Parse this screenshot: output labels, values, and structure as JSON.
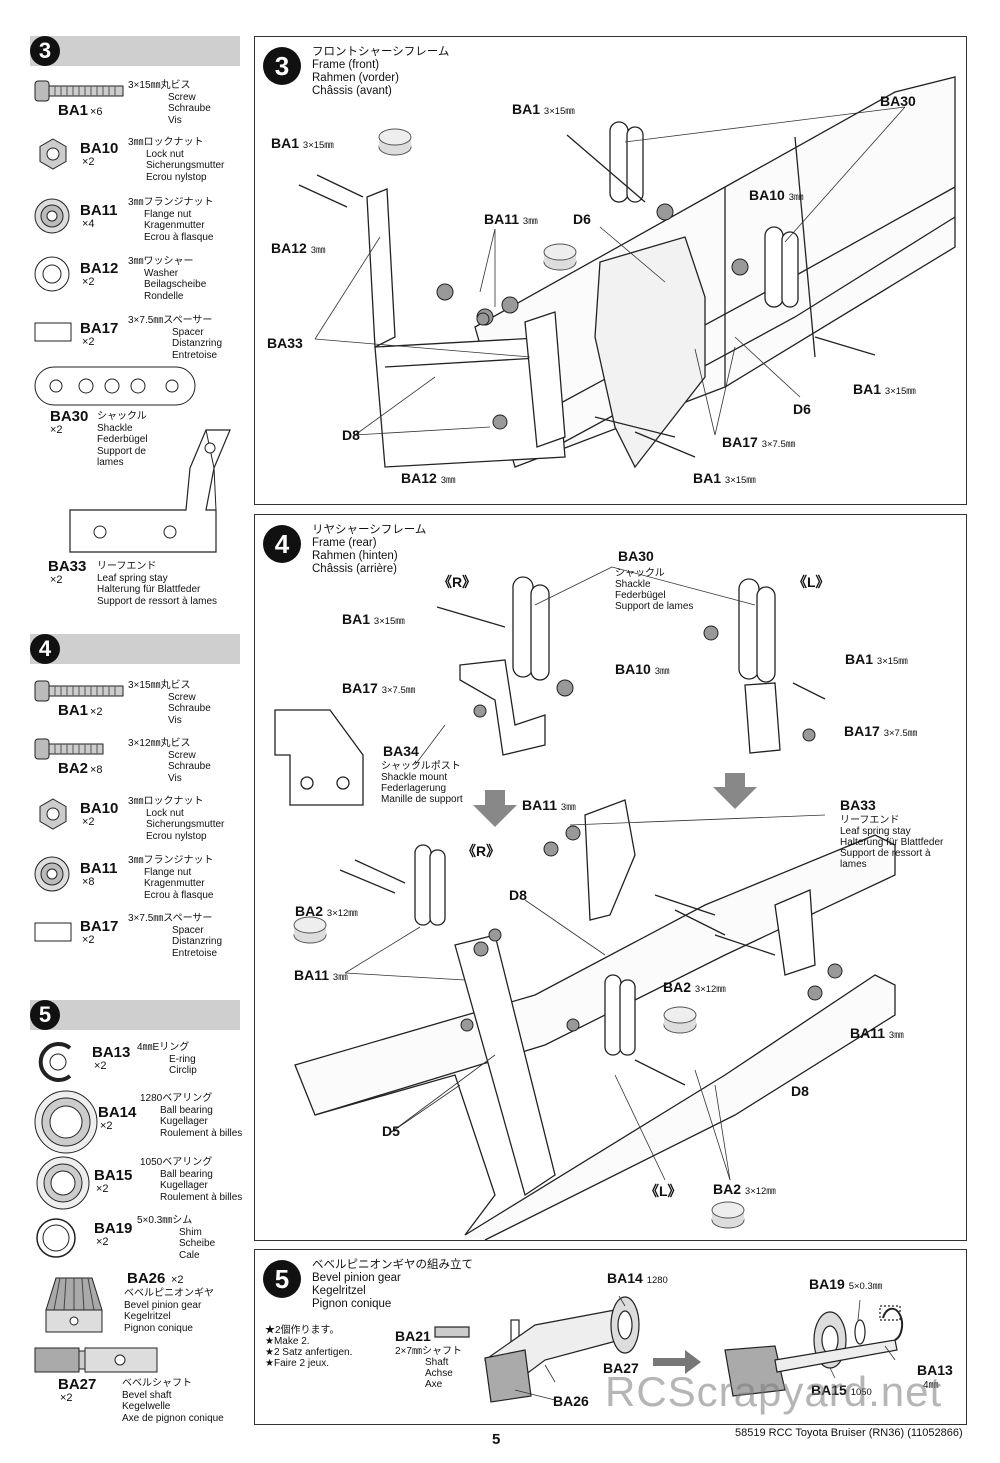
{
  "sidebar": {
    "s3": {
      "num": "3",
      "parts": [
        {
          "code": "BA1",
          "qty": "×6",
          "lines": [
            "3×15㎜丸ビス",
            "Screw",
            "Schraube",
            "Vis"
          ]
        },
        {
          "code": "BA10",
          "qty": "×2",
          "lines": [
            "3㎜ロックナット",
            "Lock nut",
            "Sicherungsmutter",
            "Ecrou nylstop"
          ]
        },
        {
          "code": "BA11",
          "qty": "×4",
          "lines": [
            "3㎜フランジナット",
            "Flange nut",
            "Kragenmutter",
            "Ecrou à flasque"
          ]
        },
        {
          "code": "BA12",
          "qty": "×2",
          "lines": [
            "3㎜ワッシャー",
            "Washer",
            "Beilagscheibe",
            "Rondelle"
          ]
        },
        {
          "code": "BA17",
          "qty": "×2",
          "lines": [
            "3×7.5㎜スペーサー",
            "Spacer",
            "Distanzring",
            "Entretoise"
          ]
        },
        {
          "code": "BA30",
          "qty": "×2",
          "lines": [
            "シャックル",
            "Shackle",
            "Federbügel",
            "Support de",
            "lames"
          ]
        },
        {
          "code": "BA33",
          "qty": "×2",
          "lines": [
            "リーフエンド",
            "Leaf spring stay",
            "Halterung für Blattfeder",
            "Support de ressort à lames"
          ]
        }
      ]
    },
    "s4": {
      "num": "4",
      "parts": [
        {
          "code": "BA1",
          "qty": "×2",
          "lines": [
            "3×15㎜丸ビス",
            "Screw",
            "Schraube",
            "Vis"
          ]
        },
        {
          "code": "BA2",
          "qty": "×8",
          "lines": [
            "3×12㎜丸ビス",
            "Screw",
            "Schraube",
            "Vis"
          ]
        },
        {
          "code": "BA10",
          "qty": "×2",
          "lines": [
            "3㎜ロックナット",
            "Lock nut",
            "Sicherungsmutter",
            "Ecrou nylstop"
          ]
        },
        {
          "code": "BA11",
          "qty": "×8",
          "lines": [
            "3㎜フランジナット",
            "Flange nut",
            "Kragenmutter",
            "Ecrou à flasque"
          ]
        },
        {
          "code": "BA17",
          "qty": "×2",
          "lines": [
            "3×7.5㎜スペーサー",
            "Spacer",
            "Distanzring",
            "Entretoise"
          ]
        }
      ]
    },
    "s5": {
      "num": "5",
      "parts": [
        {
          "code": "BA13",
          "qty": "×2",
          "lines": [
            "4㎜Eリング",
            "E-ring",
            "Circlip"
          ]
        },
        {
          "code": "BA14",
          "qty": "×2",
          "lines": [
            "1280ベアリング",
            "Ball bearing",
            "Kugellager",
            "Roulement à billes"
          ]
        },
        {
          "code": "BA15",
          "qty": "×2",
          "lines": [
            "1050ベアリング",
            "Ball bearing",
            "Kugellager",
            "Roulement à billes"
          ]
        },
        {
          "code": "BA19",
          "qty": "×2",
          "lines": [
            "5×0.3㎜シム",
            "Shim",
            "Scheibe",
            "Cale"
          ]
        },
        {
          "code": "BA26",
          "qty": "×2",
          "lines": [
            "ベベルピニオンギヤ",
            "Bevel pinion gear",
            "Kegelritzel",
            "Pignon conique"
          ]
        },
        {
          "code": "BA27",
          "qty": "×2",
          "lines": [
            "ベベルシャフト",
            "Bevel shaft",
            "Kegelwelle",
            "Axe de pignon conique"
          ]
        }
      ]
    }
  },
  "step3": {
    "num": "3",
    "title": [
      "フロントシャーシフレーム",
      "Frame (front)",
      "Rahmen (vorder)",
      "Châssis (avant)"
    ],
    "labels": {
      "ba1_top": "BA1",
      "ba1_top_size": "3×15㎜",
      "ba1_left": "BA1",
      "ba1_left_size": "3×15㎜",
      "ba12_left": "BA12",
      "ba12_left_size": "3㎜",
      "ba33": "BA33",
      "ba11": "BA11",
      "ba11_size": "3㎜",
      "d6_top": "D6",
      "d8": "D8",
      "ba12_bottom": "BA12",
      "ba12_bottom_size": "3㎜",
      "ba30": "BA30",
      "ba10": "BA10",
      "ba10_size": "3㎜",
      "ba1_right": "BA1",
      "ba1_right_size": "3×15㎜",
      "d6_right": "D6",
      "ba17": "BA17",
      "ba17_size": "3×7.5㎜",
      "ba1_bottom": "BA1",
      "ba1_bottom_size": "3×15㎜"
    }
  },
  "step4": {
    "num": "4",
    "title": [
      "リヤシャーシフレーム",
      "Frame (rear)",
      "Rahmen (hinten)",
      "Châssis (arrière)"
    ],
    "labels": {
      "r_top": "《R》",
      "l_top": "《L》",
      "ba30": "BA30",
      "ba30_lines": [
        "シャックル",
        "Shackle",
        "Federbügel",
        "Support de lames"
      ],
      "ba1_left": "BA1",
      "ba1_left_size": "3×15㎜",
      "ba1_right": "BA1",
      "ba1_right_size": "3×15㎜",
      "ba10": "BA10",
      "ba10_size": "3㎜",
      "ba17_left": "BA17",
      "ba17_left_size": "3×7.5㎜",
      "ba17_right": "BA17",
      "ba17_right_size": "3×7.5㎜",
      "ba34": "BA34",
      "ba34_lines": [
        "シャックルポスト",
        "Shackle mount",
        "Federlagerung",
        "Manille de support"
      ],
      "ba11_top": "BA11",
      "ba11_top_size": "3㎜",
      "ba33": "BA33",
      "ba33_lines": [
        "リーフエンド",
        "Leaf spring stay",
        "Halterung für Blattfeder",
        "Support de ressort à",
        "lames"
      ],
      "r_mid": "《R》",
      "ba2_left": "BA2",
      "ba2_left_size": "3×12㎜",
      "ba11_left": "BA11",
      "ba11_left_size": "3㎜",
      "d8_top": "D8",
      "ba2_mid": "BA2",
      "ba2_mid_size": "3×12㎜",
      "ba11_right": "BA11",
      "ba11_right_size": "3㎜",
      "d8_right": "D8",
      "d5": "D5",
      "l_bottom": "《L》",
      "ba2_bottom": "BA2",
      "ba2_bottom_size": "3×12㎜"
    }
  },
  "step5": {
    "num": "5",
    "title": [
      "ベベルピニオンギヤの組み立て",
      "Bevel pinion gear",
      "Kegelritzel",
      "Pignon conique"
    ],
    "notes": [
      "★2個作ります。",
      "★Make 2.",
      "★2 Satz anfertigen.",
      "★Faire 2 jeux."
    ],
    "labels": {
      "ba21": "BA21",
      "ba21_lines": [
        "2×7㎜シャフト",
        "Shaft",
        "Achse",
        "Axe"
      ],
      "ba14": "BA14",
      "ba14_size": "1280",
      "ba27": "BA27",
      "ba26": "BA26",
      "ba19": "BA19",
      "ba19_size": "5×0.3㎜",
      "ba13": "BA13",
      "ba13_size": "4㎜",
      "ba15": "BA15",
      "ba15_size": "1050"
    }
  },
  "footer": {
    "page": "5",
    "code": "58519 RCC Toyota Bruiser (RN36) (11052866)",
    "watermark": "RCScrapyard.net"
  }
}
